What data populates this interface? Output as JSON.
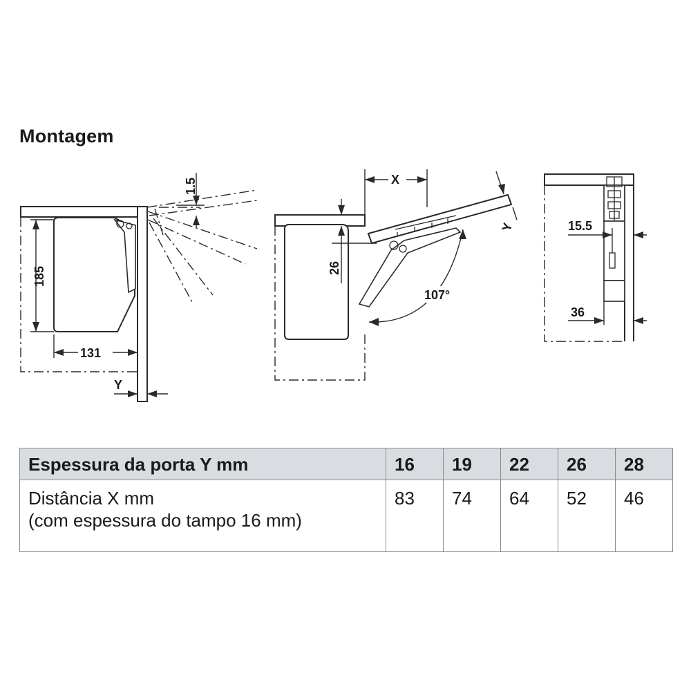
{
  "title": "Montagem",
  "dimensions": {
    "d_185": "185",
    "d_131": "131",
    "d_y_left": "Y",
    "d_1_5": "1.5",
    "d_x": "X",
    "d_y_mid": "Y",
    "d_26": "26",
    "d_107": "107°",
    "d_15_5": "15.5",
    "d_36": "36"
  },
  "table": {
    "header_label": "Espessura da porta Y mm",
    "header_values": [
      "16",
      "19",
      "22",
      "26",
      "28"
    ],
    "row_label_line1": "Distância X mm",
    "row_label_line2": "(com espessura do tampo 16 mm)",
    "row_values": [
      "83",
      "74",
      "64",
      "52",
      "46"
    ]
  }
}
